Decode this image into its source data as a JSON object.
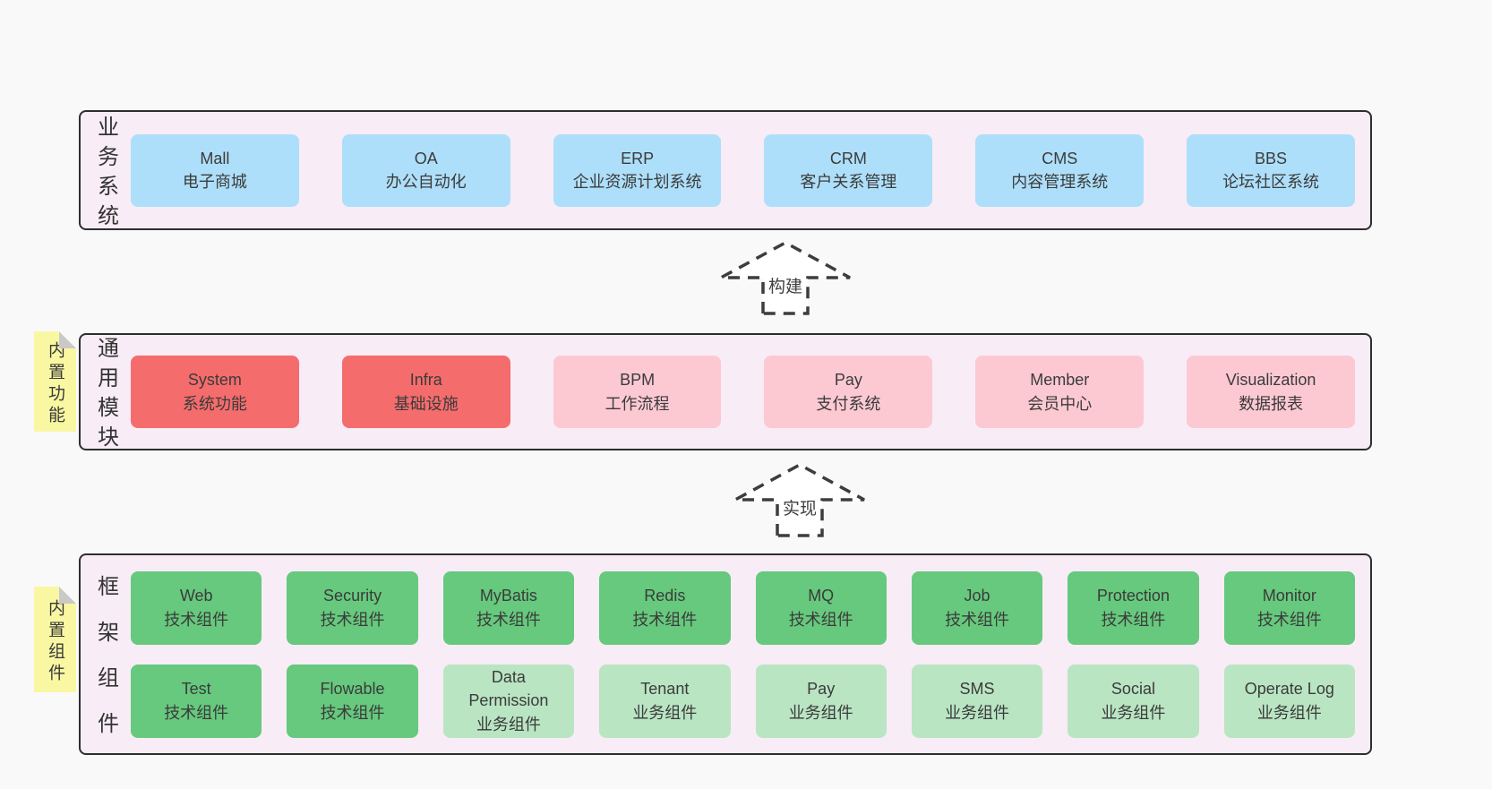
{
  "colors": {
    "page_bg": "#f9f9f9",
    "panel_bg": "#f8ecf6",
    "panel_border": "#2e2e2e",
    "blue_box": "#aedffa",
    "red_box": "#f56c6c",
    "pink_box": "#fcc9d3",
    "green_box": "#66c97d",
    "green_light_box": "#b9e5c3",
    "sticky_yellow": "#f9f7a2",
    "sticky_fold_gray": "#c9c9c9",
    "arrow_stroke": "#3d3d3d",
    "text": "#3b3b3b"
  },
  "arrows": [
    {
      "label": "构建"
    },
    {
      "label": "实现"
    }
  ],
  "sections": [
    {
      "id": "business",
      "label": "业务系统",
      "boxes": [
        {
          "title": "Mall",
          "subtitle": "电子商城",
          "variant": "blue"
        },
        {
          "title": "OA",
          "subtitle": "办公自动化",
          "variant": "blue"
        },
        {
          "title": "ERP",
          "subtitle": "企业资源计划系统",
          "variant": "blue"
        },
        {
          "title": "CRM",
          "subtitle": "客户关系管理",
          "variant": "blue"
        },
        {
          "title": "CMS",
          "subtitle": "内容管理系统",
          "variant": "blue"
        },
        {
          "title": "BBS",
          "subtitle": "论坛社区系统",
          "variant": "blue"
        }
      ]
    },
    {
      "id": "modules",
      "label": "通用模块",
      "note": "内置功能",
      "boxes": [
        {
          "title": "System",
          "subtitle": "系统功能",
          "variant": "red"
        },
        {
          "title": "Infra",
          "subtitle": "基础设施",
          "variant": "red"
        },
        {
          "title": "BPM",
          "subtitle": "工作流程",
          "variant": "pink"
        },
        {
          "title": "Pay",
          "subtitle": "支付系统",
          "variant": "pink"
        },
        {
          "title": "Member",
          "subtitle": "会员中心",
          "variant": "pink"
        },
        {
          "title": "Visualization",
          "subtitle": "数据报表",
          "variant": "pink"
        }
      ]
    },
    {
      "id": "components",
      "label": "框架组件",
      "note": "内置组件",
      "boxes": [
        {
          "title": "Web",
          "subtitle": "技术组件",
          "variant": "green"
        },
        {
          "title": "Security",
          "subtitle": "技术组件",
          "variant": "green"
        },
        {
          "title": "MyBatis",
          "subtitle": "技术组件",
          "variant": "green"
        },
        {
          "title": "Redis",
          "subtitle": "技术组件",
          "variant": "green"
        },
        {
          "title": "MQ",
          "subtitle": "技术组件",
          "variant": "green"
        },
        {
          "title": "Job",
          "subtitle": "技术组件",
          "variant": "green"
        },
        {
          "title": "Protection",
          "subtitle": "技术组件",
          "variant": "green"
        },
        {
          "title": "Monitor",
          "subtitle": "技术组件",
          "variant": "green"
        },
        {
          "title": "Test",
          "subtitle": "技术组件",
          "variant": "green"
        },
        {
          "title": "Flowable",
          "subtitle": "技术组件",
          "variant": "green"
        },
        {
          "title": "Data Permission",
          "subtitle": "业务组件",
          "variant": "green-light"
        },
        {
          "title": "Tenant",
          "subtitle": "业务组件",
          "variant": "green-light"
        },
        {
          "title": "Pay",
          "subtitle": "业务组件",
          "variant": "green-light"
        },
        {
          "title": "SMS",
          "subtitle": "业务组件",
          "variant": "green-light"
        },
        {
          "title": "Social",
          "subtitle": "业务组件",
          "variant": "green-light"
        },
        {
          "title": "Operate Log",
          "subtitle": "业务组件",
          "variant": "green-light"
        }
      ]
    }
  ]
}
